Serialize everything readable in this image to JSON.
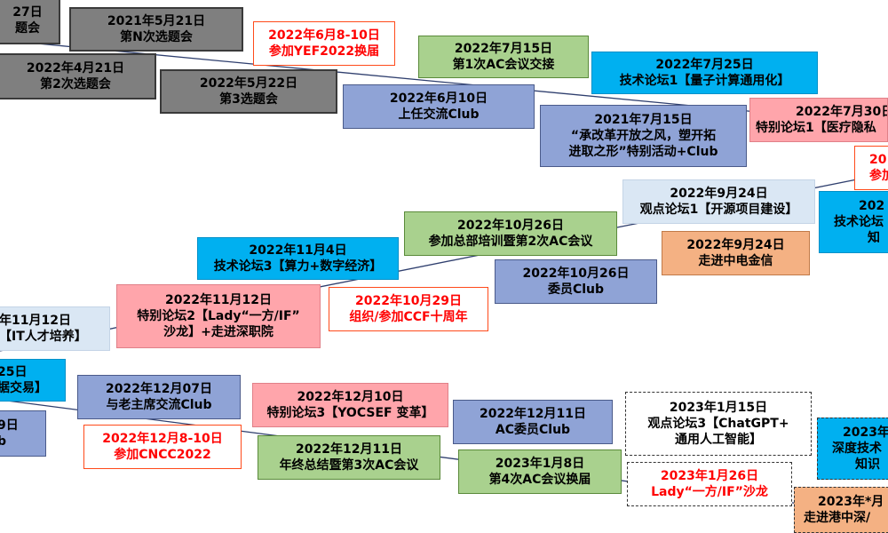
{
  "events": [
    {
      "id": "e1",
      "lines": [
        "27日",
        "题会"
      ]
    },
    {
      "id": "e2",
      "lines": [
        "2021年5月21日",
        "第N次选题会"
      ]
    },
    {
      "id": "e3",
      "lines": [
        "2022年6月8-10日",
        "参加YEF2022换届"
      ]
    },
    {
      "id": "e4",
      "lines": [
        "2022年7月15日",
        "第1次AC会议交接"
      ]
    },
    {
      "id": "e5",
      "lines": [
        "2022年4月21日",
        "第2次选题会"
      ]
    },
    {
      "id": "e6",
      "lines": [
        "2022年5月22日",
        "第3选题会"
      ]
    },
    {
      "id": "e7",
      "lines": [
        "2022年7月25日",
        "技术论坛1【量子计算通用化】"
      ]
    },
    {
      "id": "e8",
      "lines": [
        "2022年6月10日",
        "上任交流Club"
      ]
    },
    {
      "id": "e9",
      "lines": [
        "2022年7月30日",
        "特别论坛1【医疗隐私"
      ]
    },
    {
      "id": "e10",
      "lines": [
        "2021年7月15日",
        "“承改革开放之风，塑开拓",
        "进取之形”特别活动+Club"
      ]
    },
    {
      "id": "e11",
      "lines": [
        "20",
        "参加"
      ]
    },
    {
      "id": "e12",
      "lines": [
        "2022年9月24日",
        "观点论坛1【开源项目建设】"
      ]
    },
    {
      "id": "e13",
      "lines": [
        "202",
        "技术论坛",
        "知"
      ]
    },
    {
      "id": "e14",
      "lines": [
        "2022年10月26日",
        "参加总部培训暨第2次AC会议"
      ]
    },
    {
      "id": "e15",
      "lines": [
        "2022年9月24日",
        "走进中电金信"
      ]
    },
    {
      "id": "e16",
      "lines": [
        "2022年11月4日",
        "技术论坛3【算力+数字经济】"
      ]
    },
    {
      "id": "e17",
      "lines": [
        "2022年10月26日",
        "委员Club"
      ]
    },
    {
      "id": "e18",
      "lines": [
        "2022年11月12日",
        "特别论坛2【Lady“一方/IF”",
        "沙龙】+走进深职院"
      ]
    },
    {
      "id": "e19",
      "lines": [
        "2022年10月29日",
        "组织/参加CCF十周年"
      ]
    },
    {
      "id": "e20",
      "lines": [
        "年11月12日",
        "【IT人才培养】"
      ]
    },
    {
      "id": "e21",
      "lines": [
        "25日",
        "据交易】"
      ]
    },
    {
      "id": "e22",
      "lines": [
        "2022年12月07日",
        "与老主席交流Club"
      ]
    },
    {
      "id": "e23",
      "lines": [
        "2022年12月10日",
        "特别论坛3【YOCSEF 变革】"
      ]
    },
    {
      "id": "e24",
      "lines": [
        "2022年12月11日",
        "AC委员Club"
      ]
    },
    {
      "id": "e25",
      "lines": [
        "2023年1月15日",
        "观点论坛3【ChatGPT+",
        "通用人工智能】"
      ]
    },
    {
      "id": "e26",
      "lines": [
        "2023年",
        "深度技术",
        "知识"
      ]
    },
    {
      "id": "e27",
      "lines": [
        "9日",
        "b"
      ]
    },
    {
      "id": "e28",
      "lines": [
        "2022年12月8-10日",
        "参加CNCC2022"
      ]
    },
    {
      "id": "e29",
      "lines": [
        "2022年12月11日",
        "年终总结暨第3次AC会议"
      ]
    },
    {
      "id": "e30",
      "lines": [
        "2023年1月8日",
        "第4次AC会议换届"
      ]
    },
    {
      "id": "e31",
      "lines": [
        "2023年1月26日",
        "Lady“一方/IF”沙龙"
      ]
    },
    {
      "id": "e32",
      "lines": [
        "2023年*月",
        "走进港中深/"
      ]
    }
  ]
}
